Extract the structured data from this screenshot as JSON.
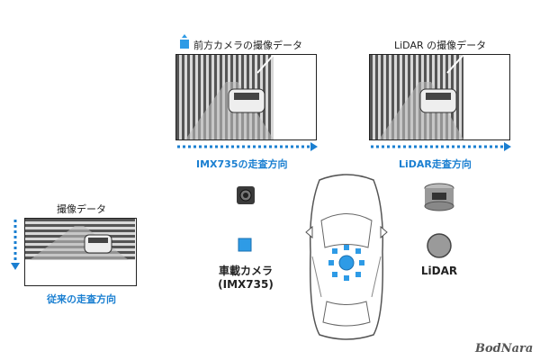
{
  "front_camera_panel": {
    "title": "前方カメラの撮像データ",
    "direction_label": "IMX735の走査方向"
  },
  "lidar_panel": {
    "title": "LiDAR の撮像データ",
    "direction_label": "LiDAR走査方向"
  },
  "conventional_panel": {
    "title": "撮像データ",
    "direction_label": "従来の走査方向"
  },
  "camera_label": "車載カメラ\n(IMX735)",
  "lidar_label": "LiDAR",
  "watermark": "BodNara",
  "colors": {
    "accent_blue": "#1a7fd1",
    "sensor_blue": "#2e9be6",
    "lidar_gray": "#9a9a9a"
  }
}
